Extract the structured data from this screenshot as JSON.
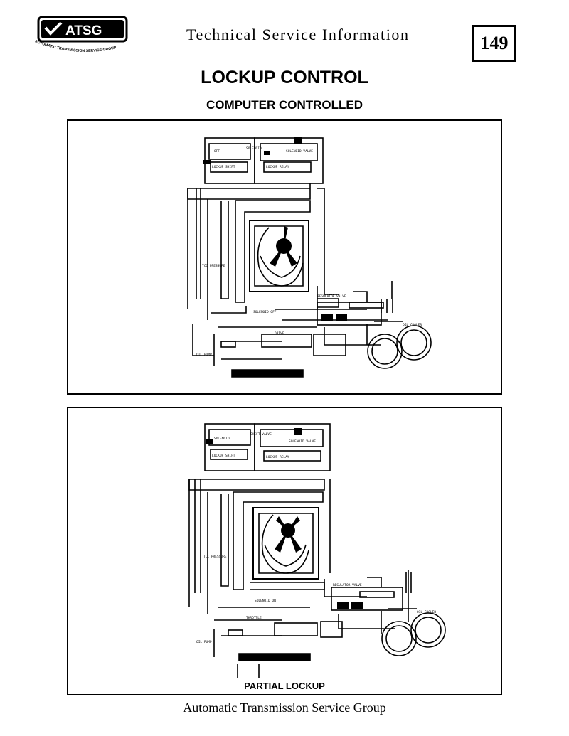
{
  "header": {
    "logo_text": "ATSG",
    "logo_ring_text": "AUTOMATIC TRANSMISSION SERVICE GROUP",
    "title": "Technical Service Information",
    "page_number": "149"
  },
  "main": {
    "title": "LOCKUP CONTROL",
    "subtitle": "COMPUTER CONTROLLED"
  },
  "diagrams": [
    {
      "caption": ""
    },
    {
      "caption": "PARTIAL LOCKUP"
    }
  ],
  "footer": {
    "text": "Automatic Transmission Service Group"
  }
}
